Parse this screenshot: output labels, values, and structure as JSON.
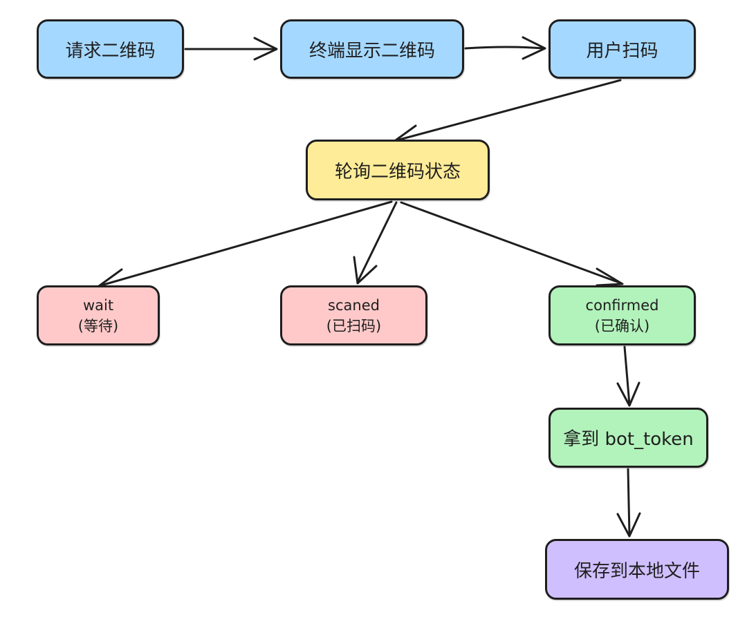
{
  "nodes": {
    "request_qr": {
      "label": "请求二维码",
      "color": "#a5d8ff"
    },
    "display_qr": {
      "label": "终端显示二维码",
      "color": "#a5d8ff"
    },
    "user_scan": {
      "label": "用户扫码",
      "color": "#a5d8ff"
    },
    "poll_status": {
      "label": "轮询二维码状态",
      "color": "#ffec99"
    },
    "wait": {
      "line1": "wait",
      "line2": "(等待)",
      "color": "#ffc9c9"
    },
    "scaned": {
      "line1": "scaned",
      "line2": "(已扫码)",
      "color": "#ffc9c9"
    },
    "confirmed": {
      "line1": "confirmed",
      "line2": "(已确认)",
      "color": "#b2f2bb"
    },
    "get_token": {
      "label": "拿到 bot_token",
      "color": "#b2f2bb"
    },
    "save_file": {
      "label": "保存到本地文件",
      "color": "#d0bfff"
    }
  },
  "edges": [
    {
      "from": "request_qr",
      "to": "display_qr"
    },
    {
      "from": "display_qr",
      "to": "user_scan"
    },
    {
      "from": "user_scan",
      "to": "poll_status"
    },
    {
      "from": "poll_status",
      "to": "wait"
    },
    {
      "from": "poll_status",
      "to": "scaned"
    },
    {
      "from": "poll_status",
      "to": "confirmed"
    },
    {
      "from": "confirmed",
      "to": "get_token"
    },
    {
      "from": "get_token",
      "to": "save_file"
    }
  ]
}
